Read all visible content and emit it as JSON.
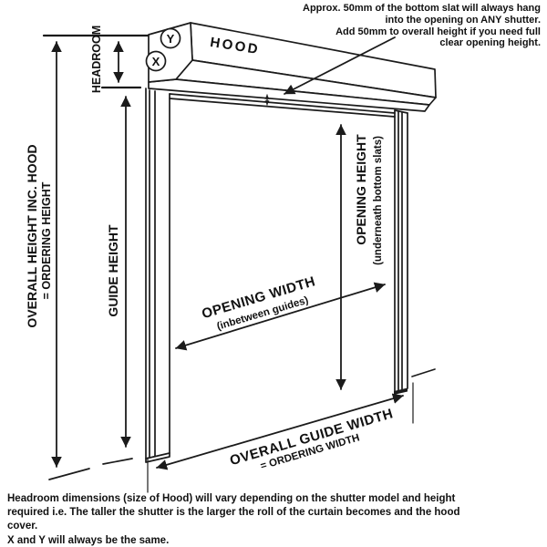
{
  "colors": {
    "ink": "#1b1b1b",
    "background": "#ffffff",
    "text": "#111111"
  },
  "annotation_top": {
    "lines": [
      "Approx. 50mm of the bottom slat will always hang",
      "into the opening on ANY shutter.",
      "Add 50mm to overall height if you need full",
      "clear opening height."
    ]
  },
  "diagram": {
    "hood_label": "HOOD",
    "y_marker": "Y",
    "x_marker": "X",
    "headroom": "HEADROOM",
    "overall_height": "OVERALL HEIGHT INC. HOOD",
    "overall_height_sub": "= ORDERING HEIGHT",
    "guide_height": "GUIDE HEIGHT",
    "opening_height": "OPENING HEIGHT",
    "opening_height_sub": "(underneath bottom slats)",
    "opening_width": "OPENING WIDTH",
    "opening_width_sub": "(inbetween guides)",
    "overall_guide_width": "OVERALL GUIDE WIDTH",
    "overall_guide_width_sub": "= ORDERING WIDTH"
  },
  "footer": {
    "para1_lines": [
      "Headroom dimensions (size of Hood) will vary depending on the shutter model and height",
      "required i.e. The taller the shutter is the larger the roll of the curtain becomes and the hood",
      "cover."
    ],
    "para2": "X and Y will always be the same."
  }
}
